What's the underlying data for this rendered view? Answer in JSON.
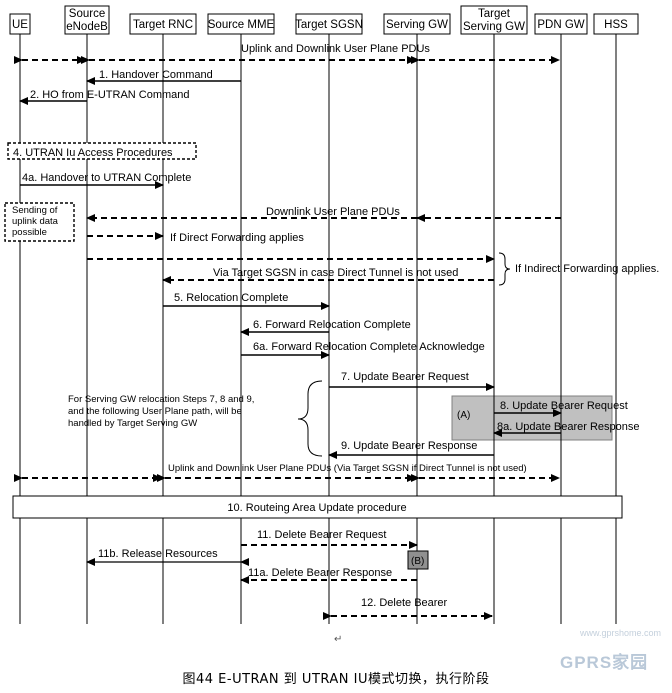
{
  "entities": [
    {
      "id": "ue",
      "label": [
        "UE"
      ]
    },
    {
      "id": "source-enodeb",
      "label": [
        "Source",
        "eNodeB"
      ]
    },
    {
      "id": "target-rnc",
      "label": [
        "Target RNC"
      ]
    },
    {
      "id": "source-mme",
      "label": [
        "Source MME"
      ]
    },
    {
      "id": "target-sgsn",
      "label": [
        "Target SGSN"
      ]
    },
    {
      "id": "serving-gw",
      "label": [
        "Serving GW"
      ]
    },
    {
      "id": "target-serving-gw",
      "label": [
        "Target",
        "Serving GW"
      ]
    },
    {
      "id": "pdn-gw",
      "label": [
        "PDN GW"
      ]
    },
    {
      "id": "hss",
      "label": [
        "HSS"
      ]
    }
  ],
  "messages": [
    {
      "id": "m-uplink-downlink-top",
      "text": "Uplink and Downlink User Plane PDUs"
    },
    {
      "id": "m-1",
      "text": "1. Handover Command"
    },
    {
      "id": "m-2",
      "text": "2. HO from E-UTRAN Command"
    },
    {
      "id": "m-4a",
      "text": "4a. Handover to UTRAN Complete"
    },
    {
      "id": "m-downlink-pdus",
      "text": "Downlink User Plane PDUs"
    },
    {
      "id": "m-direct-forwarding",
      "text": "If Direct Forwarding applies"
    },
    {
      "id": "m-via-target-sgsn",
      "text": "Via Target SGSN in case Direct Tunnel is not used"
    },
    {
      "id": "m-5",
      "text": "5. Relocation Complete"
    },
    {
      "id": "m-6",
      "text": "6. Forward Relocation Complete"
    },
    {
      "id": "m-6a",
      "text": "6a. Forward Relocation Complete Acknowledge"
    },
    {
      "id": "m-7",
      "text": "7. Update Bearer Request"
    },
    {
      "id": "m-8",
      "text": "8. Update Bearer Request"
    },
    {
      "id": "m-8a",
      "text": "8a. Update Bearer Response"
    },
    {
      "id": "m-9",
      "text": "9. Update Bearer Response"
    },
    {
      "id": "m-uplink-downlink-bottom",
      "text": "Uplink and Downlink User Plane PDUs (Via Target SGSN if Direct Tunnel is not used)"
    },
    {
      "id": "m-11",
      "text": "11. Delete Bearer Request"
    },
    {
      "id": "m-11b",
      "text": "11b. Release Resources"
    },
    {
      "id": "m-11a",
      "text": "11a. Delete Bearer Response"
    },
    {
      "id": "m-12",
      "text": "12. Delete Bearer"
    }
  ],
  "boxes": {
    "utran_iu": "4. UTRAN Iu Access Procedures",
    "sending_uplink": [
      "Sending of",
      "uplink data",
      "possible"
    ],
    "routing_area": "10. Routeing Area Update procedure",
    "marker_a": "(A)",
    "marker_b": "(B)"
  },
  "notes": {
    "indirect_forwarding": "If Indirect Forwarding applies.",
    "serving_gw_relocation": [
      "For Serving GW relocation Steps 7, 8 and 9,",
      "and the following User Plane  path, will be",
      "handled by Target Serving GW"
    ]
  },
  "caption": "图44   E-UTRAN 到 UTRAN IU模式切换，执行阶段",
  "paragraph_mark": "↵",
  "watermark": {
    "brand": "GPRS家园",
    "url": "www.gprshome.com"
  },
  "colors": {
    "shade": "#c0c0c0",
    "marker_b": "#909090",
    "line": "#000000"
  }
}
